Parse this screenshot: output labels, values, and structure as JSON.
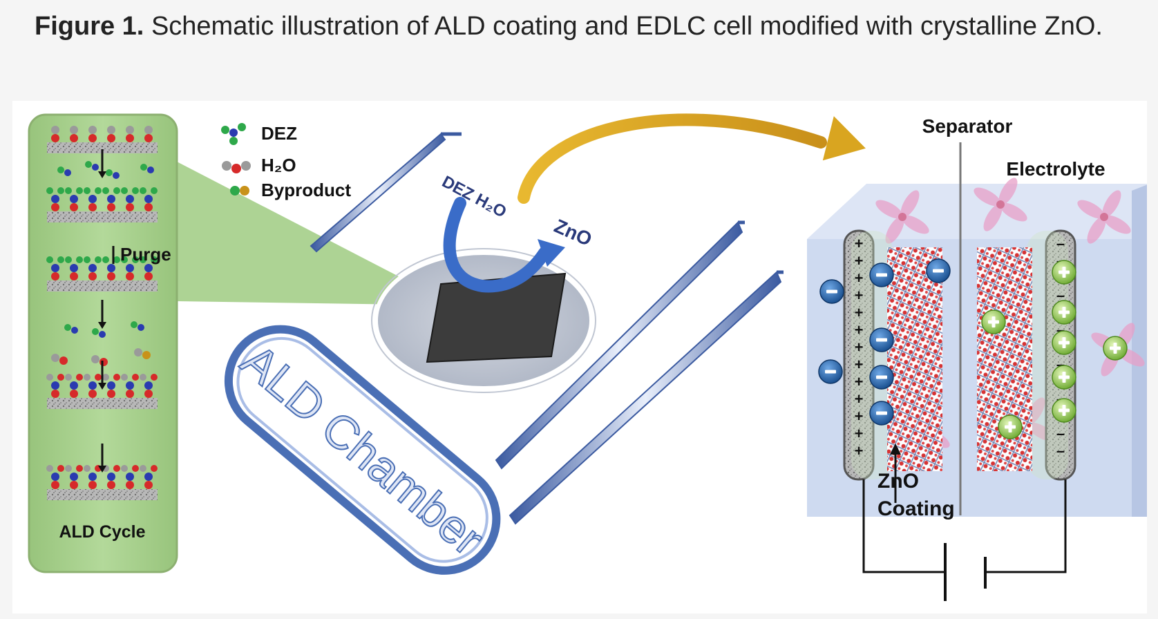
{
  "caption": {
    "label": "Figure 1.",
    "text": "Schematic illustration of ALD coating and EDLC cell modified with crystalline ZnO."
  },
  "legend": {
    "items": [
      "DEZ",
      "H₂O",
      "Byproduct"
    ]
  },
  "ald_cycle": {
    "purge_label": "Purge",
    "title": "ALD Cycle"
  },
  "chamber": {
    "label": "ALD Chamber",
    "precursor_label": "DEZ H₂O",
    "product_label": "ZnO"
  },
  "cell": {
    "separator_label": "Separator",
    "electrolyte_label": "Electrolyte",
    "coating_label_line1": "ZnO",
    "coating_label_line2": "Coating"
  },
  "colors": {
    "panel_green": "#a9d18e",
    "chamber_blue": "#4a6fb5",
    "arrow_gold": "#d9a520",
    "cell_box": "#c9d6ee",
    "anion_blue": "#1f5fa8",
    "cation_green": "#8cc152",
    "zinc_blue": "#2a3bb0",
    "oxygen_red": "#d62a2a",
    "ligand_gray": "#9a9a9a",
    "byproduct_green": "#2ea84a"
  }
}
